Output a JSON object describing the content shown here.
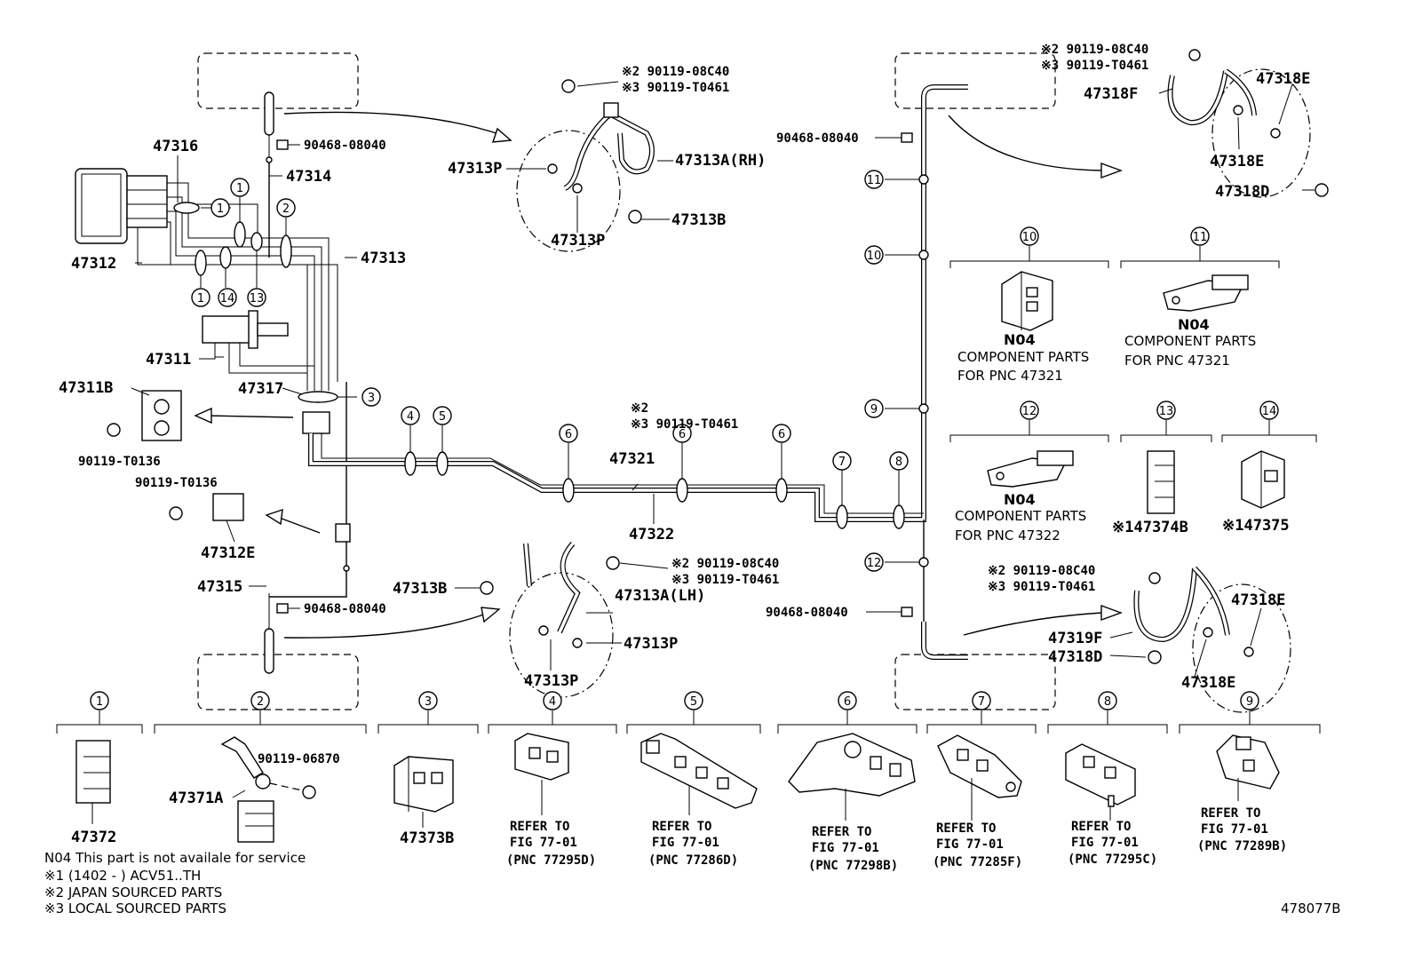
{
  "parts": {
    "p47316": "47316",
    "p47314": "47314",
    "p47312": "47312",
    "p47313": "47313",
    "p47311": "47311",
    "p47317": "47317",
    "p47311B": "47311B",
    "p90119T0136a": "90119-T0136",
    "p90119T0136b": "90119-T0136",
    "p47312E": "47312E",
    "p47315": "47315",
    "p90468_tl": "90468-08040",
    "p90468_bl": "90468-08040",
    "p90468_tr": "90468-08040",
    "p90468_br": "90468-08040",
    "p47321": "47321",
    "p47322": "47322",
    "p47313A_RH": "47313A(RH)",
    "p47313A_LH": "47313A(LH)",
    "p47313B_top": "47313B",
    "p47313B_bot": "47313B",
    "p47313P_1": "47313P",
    "p47313P_2": "47313P",
    "p47313P_3": "47313P",
    "p47313P_4": "47313P",
    "p47318F": "47318F",
    "p47319F": "47319F",
    "p47318E_1": "47318E",
    "p47318E_2": "47318E",
    "p47318E_3": "47318E",
    "p47318E_4": "47318E",
    "p47318D_1": "47318D",
    "p47318D_2": "47318D",
    "p47372": "47372",
    "p47371A": "47371A",
    "p90119_06870": "90119-06870",
    "p47373B": "47373B",
    "p47374B": "※147374B",
    "p47375": "※147375"
  },
  "bolt_notes": {
    "top_mid_1": "※2 90119-08C40",
    "top_mid_2": "※3 90119-T0461",
    "top_right_1": "※2 90119-08C40",
    "top_right_2": "※3 90119-T0461",
    "bot_mid_1": "※2 90119-08C40",
    "bot_mid_2": "※3 90119-T0461",
    "bot_right_1": "※2 90119-08C40",
    "bot_right_2": "※3 90119-T0461",
    "center_1": "※2",
    "center_2": "※3 90119-T0461"
  },
  "callouts": [
    "1",
    "2",
    "3",
    "4",
    "5",
    "6",
    "7",
    "8",
    "9",
    "10",
    "11",
    "12",
    "13",
    "14"
  ],
  "component_notes": {
    "c10": {
      "code": "N04",
      "line1": "COMPONENT PARTS",
      "line2": "FOR PNC 47321"
    },
    "c11": {
      "code": "N04",
      "line1": "COMPONENT PARTS",
      "line2": "FOR PNC 47321"
    },
    "c12": {
      "code": "N04",
      "line1": "COMPONENT PARTS",
      "line2": "FOR PNC 47322"
    }
  },
  "refer": {
    "r4": {
      "a": "REFER TO",
      "b": "FIG 77-01",
      "c": "(PNC 77295D)"
    },
    "r5": {
      "a": "REFER TO",
      "b": "FIG 77-01",
      "c": "(PNC 77286D)"
    },
    "r6": {
      "a": "REFER TO",
      "b": "FIG 77-01",
      "c": "(PNC 77298B)"
    },
    "r7": {
      "a": "REFER TO",
      "b": "FIG 77-01",
      "c": "(PNC 77285F)"
    },
    "r8": {
      "a": "REFER TO",
      "b": "FIG 77-01",
      "c": "(PNC 77295C)"
    },
    "r9": {
      "a": "REFER TO",
      "b": "FIG 77-01",
      "c": "(PNC 77289B)"
    }
  },
  "footnotes": [
    "N04  This part is not availale for service",
    "※1 (1402 -        ) ACV51..TH",
    "※2 JAPAN SOURCED PARTS",
    "※3 LOCAL SOURCED PARTS"
  ],
  "figure_id": "478077B"
}
